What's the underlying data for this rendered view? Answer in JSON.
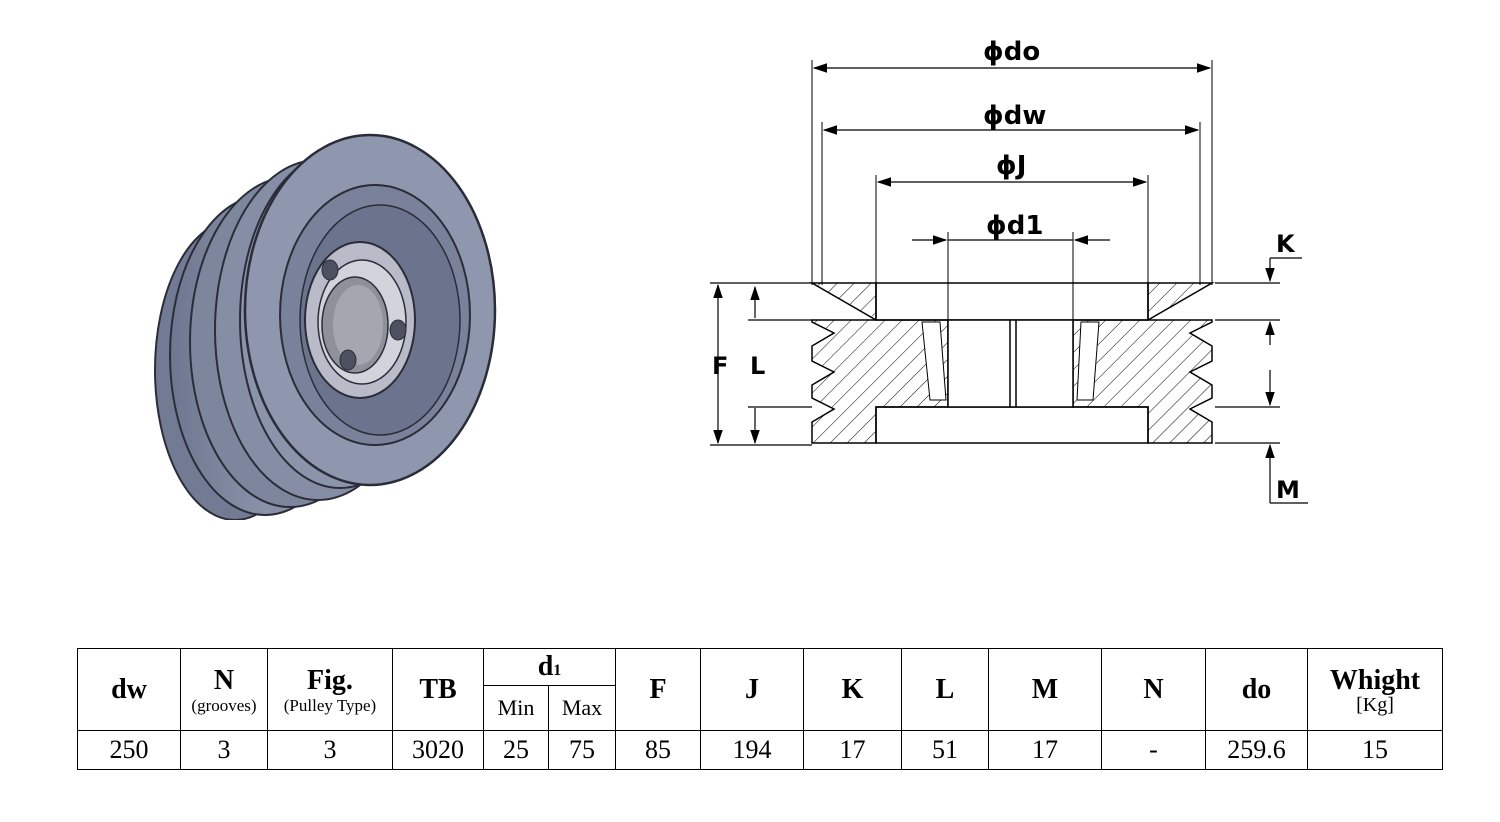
{
  "diagram": {
    "labels": {
      "do": "do",
      "dw": "dw",
      "J": "J",
      "d1": "d1",
      "K": "K",
      "F": "F",
      "L": "L",
      "M": "M"
    },
    "diameter_symbol": "ϕ"
  },
  "table": {
    "headers": {
      "dw": "dw",
      "N": "N",
      "N_sub": "(grooves)",
      "fig": "Fig.",
      "fig_sub": "(Pulley Type)",
      "tb": "TB",
      "d1_main": "d",
      "d1_sub": "1",
      "min": "Min",
      "max": "Max",
      "F": "F",
      "J": "J",
      "K": "K",
      "L": "L",
      "M": "M",
      "N2": "N",
      "do": "do",
      "weight": "Whight",
      "weight_unit": "[Kg]"
    },
    "row": {
      "dw": "250",
      "N": "3",
      "fig": "3",
      "tb": "3020",
      "min": "25",
      "max": "75",
      "F": "85",
      "J": "194",
      "K": "17",
      "L": "51",
      "M": "17",
      "N2": "-",
      "do": "259.6",
      "weight": "15"
    }
  }
}
